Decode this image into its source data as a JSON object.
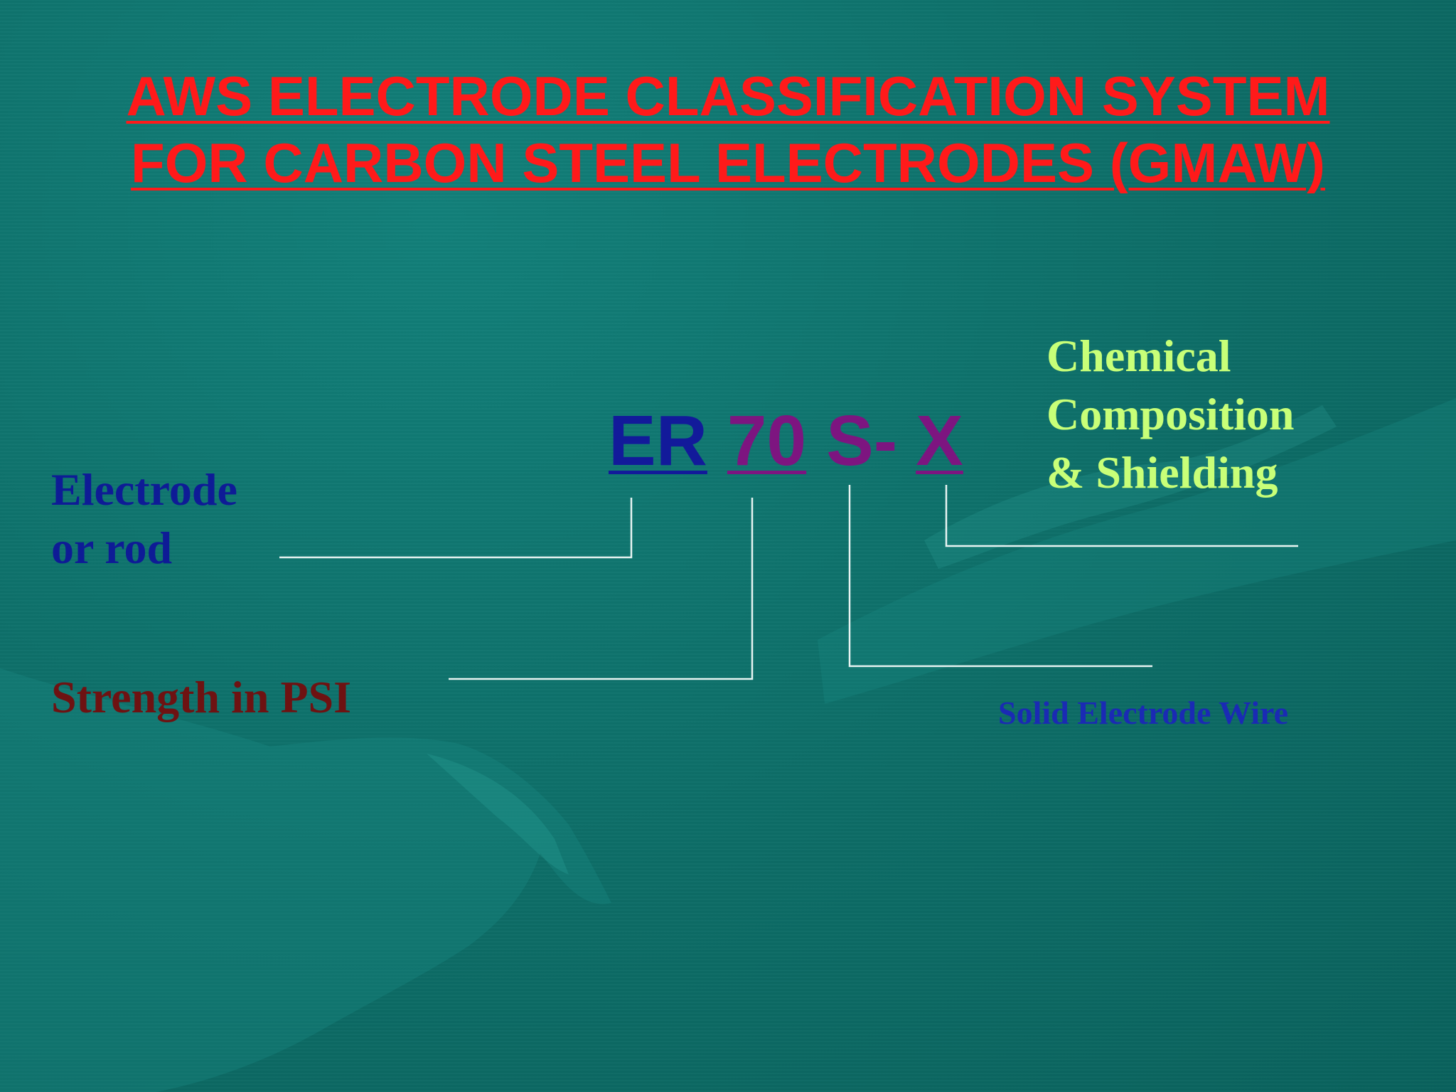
{
  "title": {
    "lead": " ",
    "line1": "AWS ELECTRODE CLASSIFICATION SYSTEM",
    "line2": "FOR CARBON STEEL ELECTRODES (GMAW)"
  },
  "code": {
    "er": "ER",
    "strength": "70",
    "s": "S-",
    "x": "X"
  },
  "labels": {
    "electrode_line1": "Electrode",
    "electrode_line2": "or rod",
    "strength": "Strength in PSI",
    "chemical_line1": "Chemical",
    "chemical_line2": "Composition",
    "chemical_line3": "& Shielding",
    "solid": "Solid Electrode Wire"
  },
  "colors": {
    "background": "#0e6e68",
    "title": "#ff1a1a",
    "electrode": "#0e1b96",
    "strength": "#6e1212",
    "chemical": "#c8ff78",
    "solid": "#1a2ab4",
    "code_er": "#121a9a",
    "code_other": "#7d1580",
    "connector": "#e8f4f2"
  }
}
